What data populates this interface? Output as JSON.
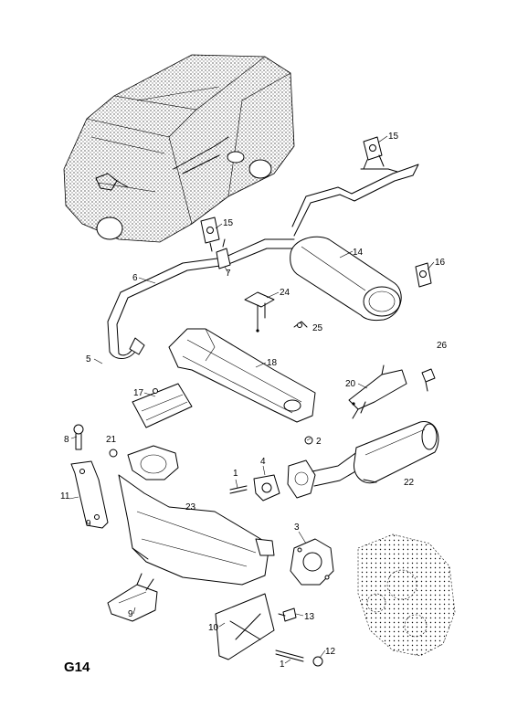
{
  "page": {
    "code": "G14"
  },
  "callouts": [
    {
      "id": "c15a",
      "text": "15"
    },
    {
      "id": "c15b",
      "text": "15"
    },
    {
      "id": "c14",
      "text": "14"
    },
    {
      "id": "c16",
      "text": "16"
    },
    {
      "id": "c6",
      "text": "6"
    },
    {
      "id": "c7",
      "text": "7"
    },
    {
      "id": "c24",
      "text": "24"
    },
    {
      "id": "c25",
      "text": "25"
    },
    {
      "id": "c26",
      "text": "26"
    },
    {
      "id": "c5",
      "text": "5"
    },
    {
      "id": "c18",
      "text": "18"
    },
    {
      "id": "c20",
      "text": "20"
    },
    {
      "id": "c17",
      "text": "17"
    },
    {
      "id": "c8",
      "text": "8"
    },
    {
      "id": "c21",
      "text": "21"
    },
    {
      "id": "c2",
      "text": "2"
    },
    {
      "id": "c1a",
      "text": "1"
    },
    {
      "id": "c4",
      "text": "4"
    },
    {
      "id": "c22",
      "text": "22"
    },
    {
      "id": "c11",
      "text": "11"
    },
    {
      "id": "c9a",
      "text": "9"
    },
    {
      "id": "c23",
      "text": "23"
    },
    {
      "id": "c3",
      "text": "3"
    },
    {
      "id": "c9b",
      "text": "9"
    },
    {
      "id": "c13",
      "text": "13"
    },
    {
      "id": "c10",
      "text": "10"
    },
    {
      "id": "c12",
      "text": "12"
    },
    {
      "id": "c1b",
      "text": "1"
    }
  ]
}
